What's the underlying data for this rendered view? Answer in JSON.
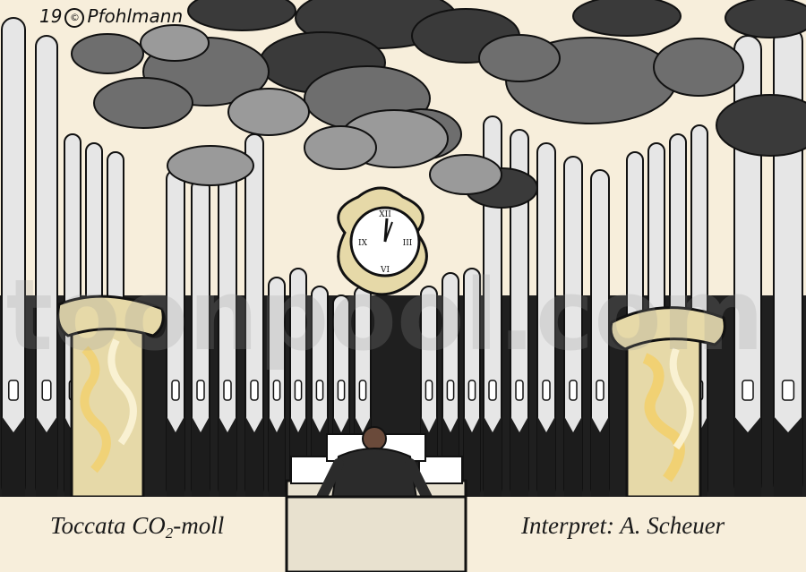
{
  "cartoon": {
    "signature_year": "19",
    "signature_name": "Pfohlmann",
    "title_main": "Toccata CO",
    "title_subscript": "2",
    "title_suffix": "-moll",
    "interpreter": "Interpret: A. Scheuer",
    "watermark": "toonpool.com"
  },
  "colors": {
    "background": "#f7eedb",
    "pipe": "#e6e6e6",
    "pipe_shadow": "#1c1c1c",
    "smoke_dark": "#3a3a3a",
    "smoke_mid": "#6e6e6e",
    "smoke_light": "#9a9a9a",
    "gold": "#e6d9a8",
    "flame": "#f2cf6a",
    "organist_coat": "#2b2b2b"
  },
  "icons": [
    "organ-pipes-icon",
    "smoke-cloud-icon",
    "clock-icon",
    "organist-icon",
    "organ-console-icon",
    "ornate-column-icon"
  ]
}
